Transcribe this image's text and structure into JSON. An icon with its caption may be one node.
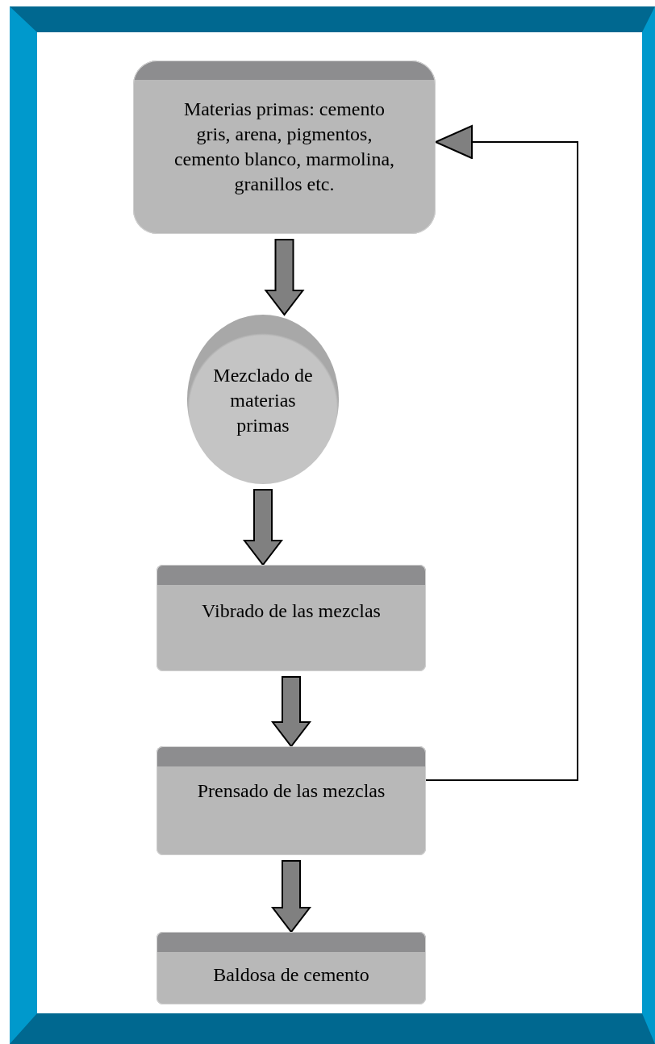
{
  "diagram": {
    "nodes": [
      {
        "text": [
          "Materias primas: cemento gris, arena, pigmentos, cemento blanco, marmolina, granillos etc."
        ]
      },
      {
        "text": [
          "Mezclado de materias primas"
        ]
      },
      {
        "text": [
          "Vibrado de las mezclas"
        ]
      },
      {
        "text": [
          "Prensado de las mezclas"
        ]
      },
      {
        "text": [
          "Baldosa de cemento"
        ]
      }
    ],
    "edges": [
      {
        "from": 0,
        "to": 1,
        "arrow": "to",
        "style": "thick"
      },
      {
        "from": 1,
        "to": 2,
        "arrow": "to",
        "style": "thick"
      },
      {
        "from": 2,
        "to": 3,
        "arrow": "to",
        "style": "thick"
      },
      {
        "from": 3,
        "to": 4,
        "arrow": "to",
        "style": "thick"
      },
      {
        "from": 3,
        "to": 0,
        "arrow": "to"
      }
    ]
  }
}
